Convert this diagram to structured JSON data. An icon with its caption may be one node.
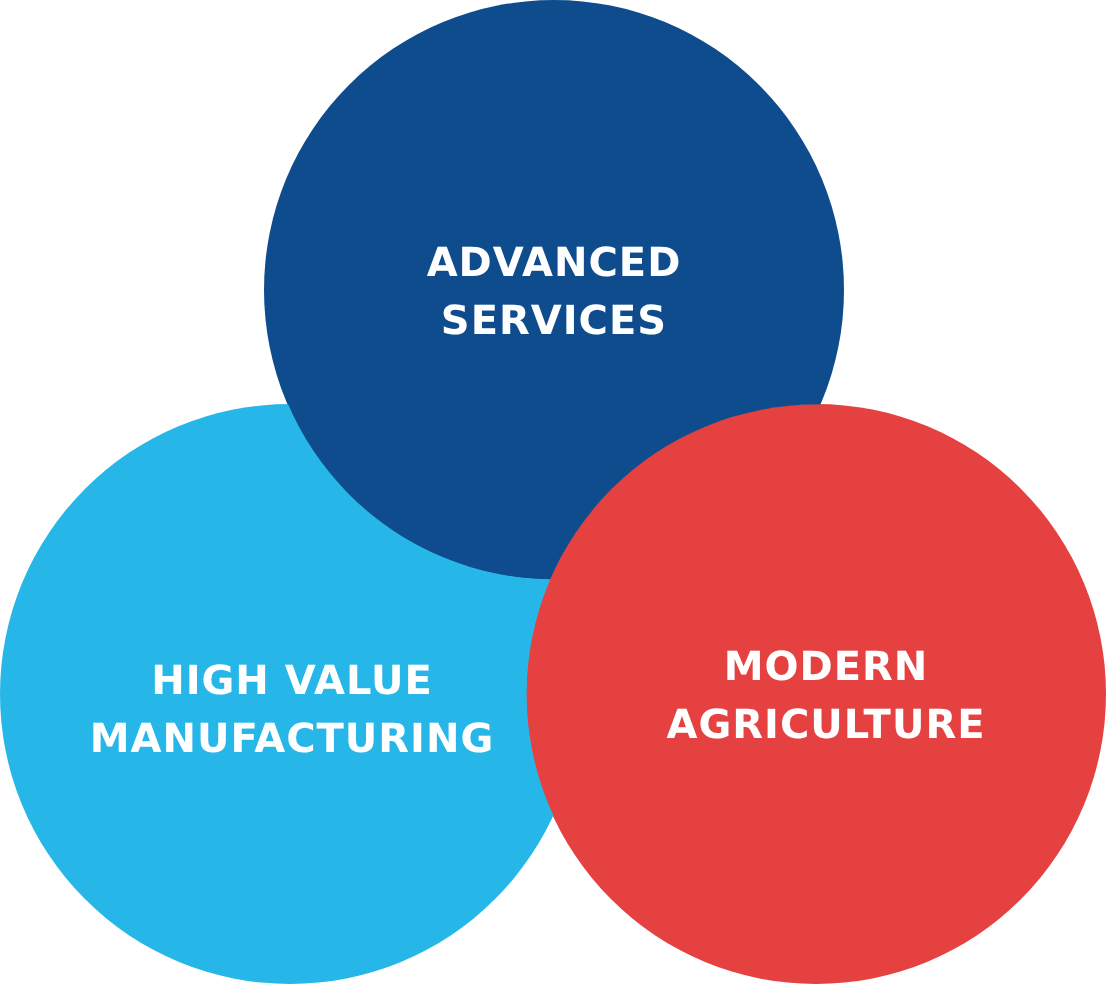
{
  "diagram": {
    "nodes": [
      {
        "text": [
          "ADVANCED SERVICES"
        ]
      },
      {
        "text": [
          "HIGH VALUE MANUFACTURING"
        ]
      },
      {
        "text": [
          "MODERN AGRICULTURE"
        ]
      }
    ]
  }
}
